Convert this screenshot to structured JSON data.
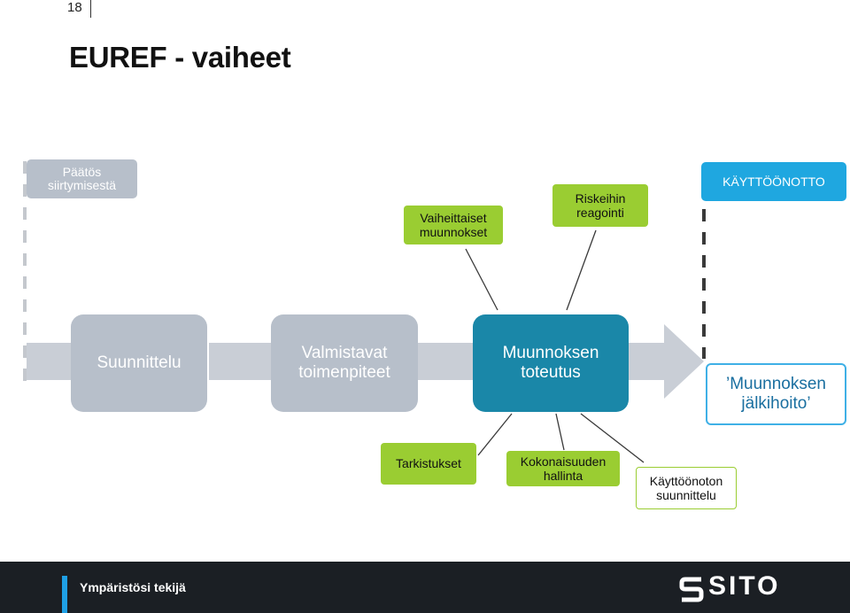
{
  "page_number": "18",
  "title": "EUREF - vaiheet",
  "top_labels": {
    "decision": "Päätös\nsiirtymisestä",
    "gradual_changes": "Vaiheittaiset\nmuunnokset",
    "risk_response": "Riskeihin\nreagointi",
    "deployment": "KÄYTTÖÖNOTTO"
  },
  "phases": {
    "planning": "Suunnittelu",
    "preparations": "Valmistavat\ntoimenpiteet",
    "execution": "Muunnoksen\ntoteutus",
    "aftercare": "’Muunnoksen\njälkihoito’"
  },
  "bottom_labels": {
    "checks": "Tarkistukset",
    "overall_management": "Kokonaisuuden\nhallinta",
    "deployment_planning": "Käyttöönoton\nsuunnittelu"
  },
  "footer": {
    "slogan": "Ympäristösi tekijä",
    "logo": "SITO"
  },
  "colors": {
    "green": "#9acd32",
    "phase_grey": "#b7bfca",
    "phase_teal": "#1a87a8",
    "cyan": "#1fa7e0",
    "footer_bg": "#1b1f24"
  }
}
